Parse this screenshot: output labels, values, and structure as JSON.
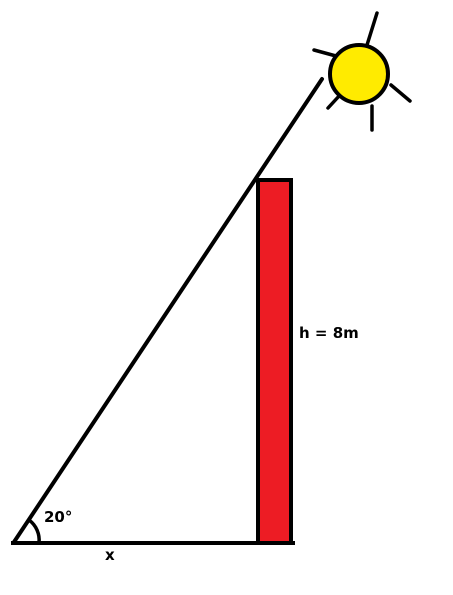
{
  "diagram": {
    "angle_label": "20°",
    "height_label": "h = 8m",
    "base_label": "x",
    "colors": {
      "pole": "#ed1c24",
      "sun": "#ffeb00",
      "line": "#000000"
    },
    "icons": [
      "sun-icon"
    ]
  }
}
